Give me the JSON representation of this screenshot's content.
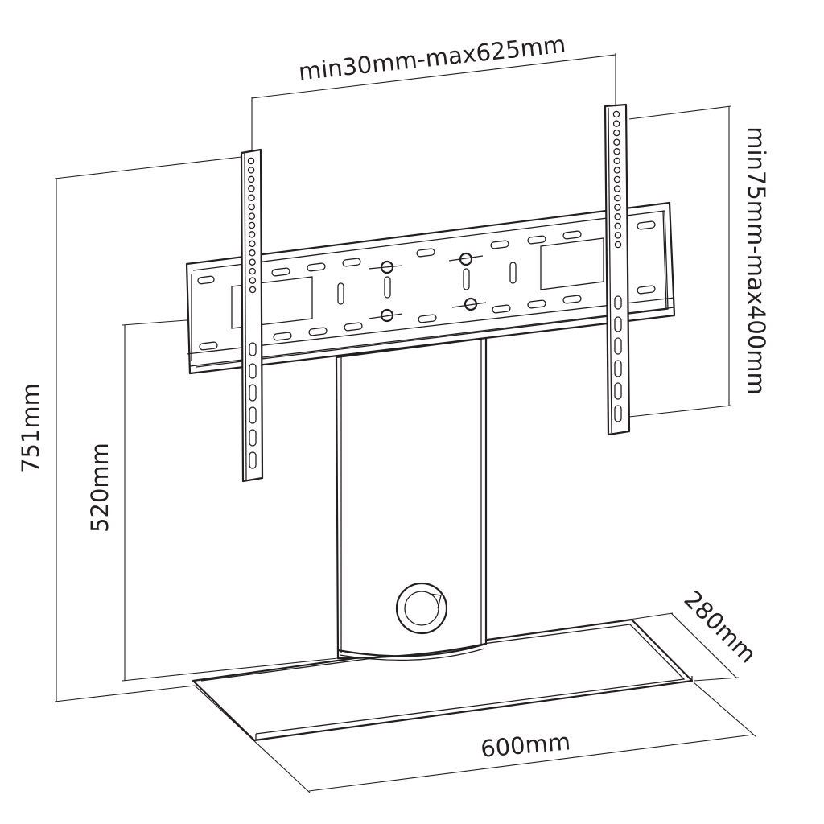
{
  "dimensions": {
    "top_width": "min30mm-max625mm",
    "right_height": "min75mm-max400mm",
    "total_height": "751mm",
    "column_height": "520mm",
    "base_depth": "280mm",
    "base_width": "600mm"
  },
  "colors": {
    "ink": "#231f20",
    "background": "#ffffff"
  }
}
